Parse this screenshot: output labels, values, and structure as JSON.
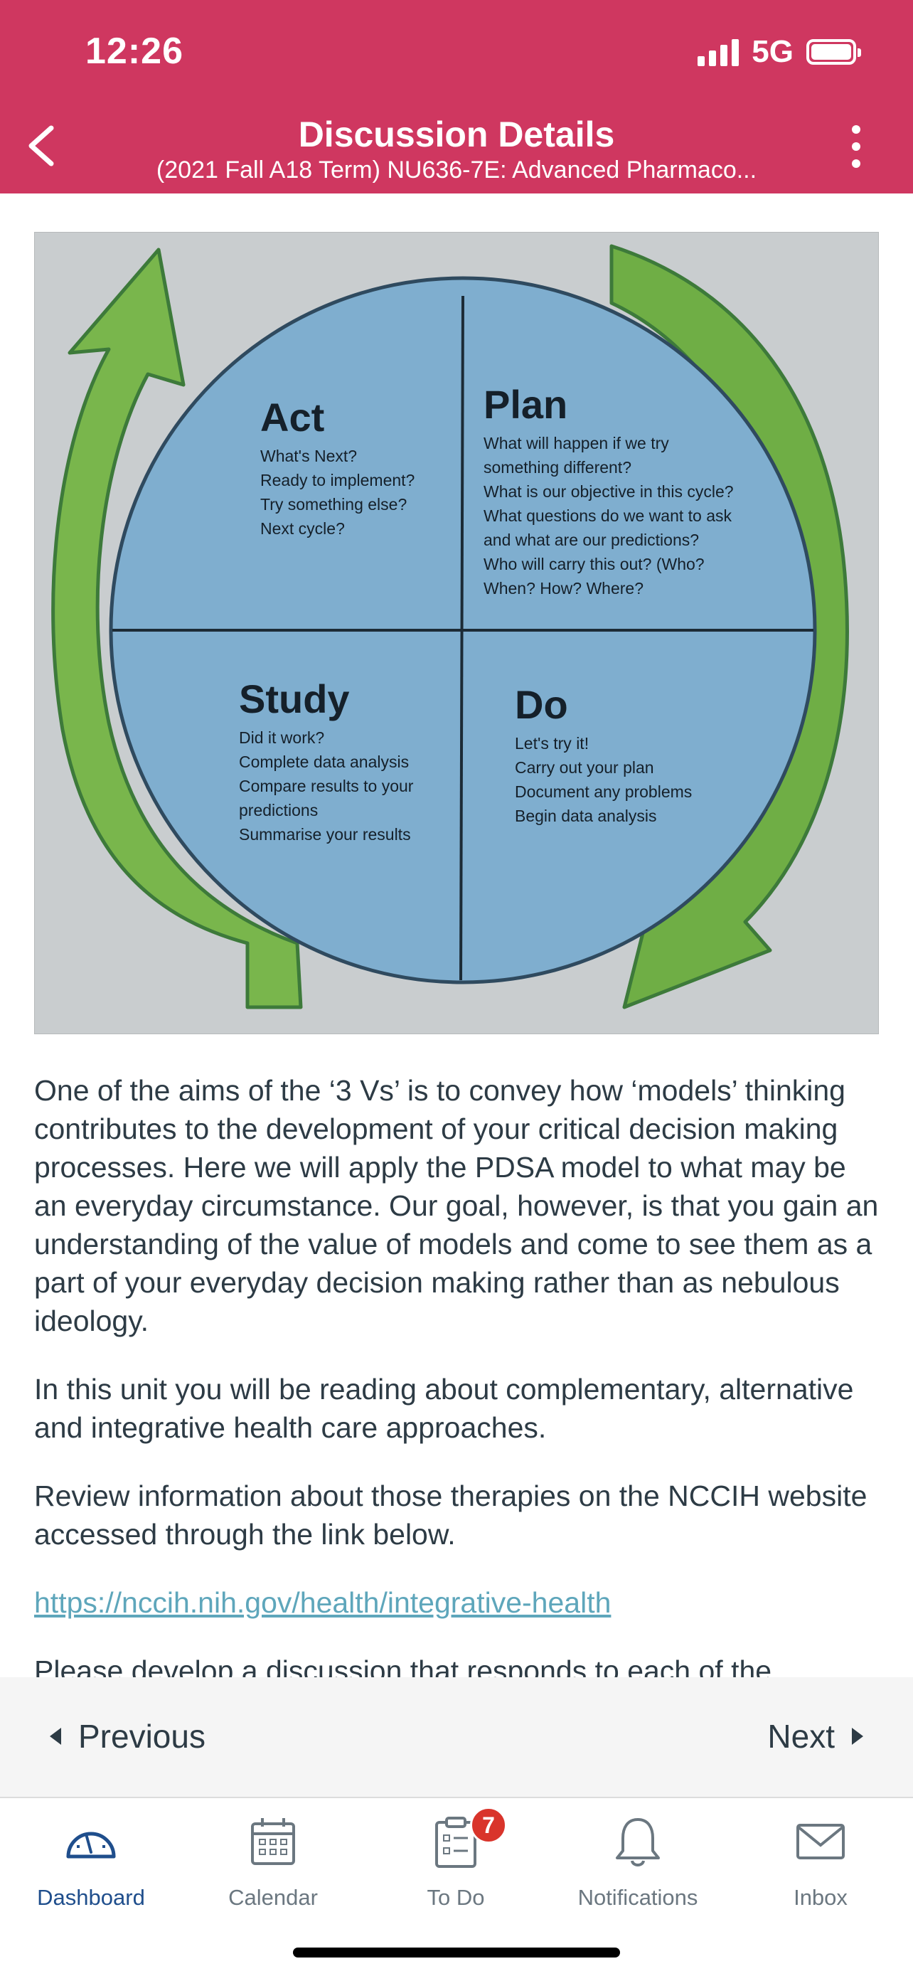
{
  "status": {
    "time": "12:26",
    "network": "5G"
  },
  "header": {
    "title": "Discussion Details",
    "subtitle": "(2021 Fall A18 Term)  NU636-7E: Advanced Pharmaco..."
  },
  "diagram": {
    "act": {
      "title": "Act",
      "lines": [
        "What's Next?",
        "Ready to implement?",
        "Try something else?",
        "Next cycle?"
      ]
    },
    "plan": {
      "title": "Plan",
      "lines": [
        "What will happen if we try",
        "something different?",
        "What is our objective in this cycle?",
        "What questions do we want to ask",
        "and what are our predictions?",
        "Who will carry this out? (Who?",
        "When? How? Where?"
      ]
    },
    "study": {
      "title": "Study",
      "lines": [
        "Did it work?",
        "Complete data analysis",
        "Compare results to your",
        "predictions",
        "Summarise your results"
      ]
    },
    "do": {
      "title": "Do",
      "lines": [
        "Let's try it!",
        "Carry out your plan",
        "Document any problems",
        "Begin data analysis"
      ]
    }
  },
  "body": {
    "p1": "One of the aims of the ‘3 Vs’ is to convey how ‘models’ thinking contributes to the development of your critical decision making processes.  Here we will apply the PDSA model to what may be an everyday circumstance.  Our goal, however, is that you gain an understanding of the value of models and come to see them as a part of your everyday decision making rather than as nebulous ideology.",
    "p2": "In this unit you will be reading about complementary, alternative and integrative health care approaches.",
    "p3": "Review information about those therapies on the NCCIH website accessed through the link below.",
    "link": "https://nccih.nih.gov/health/integrative-health",
    "p4": "Please develop a discussion that responds to each of the"
  },
  "pager": {
    "previous": "Previous",
    "next": "Next"
  },
  "tabs": [
    {
      "label": "Dashboard",
      "icon": "dashboard-icon"
    },
    {
      "label": "Calendar",
      "icon": "calendar-icon"
    },
    {
      "label": "To Do",
      "icon": "todo-icon",
      "badge": "7"
    },
    {
      "label": "Notifications",
      "icon": "bell-icon"
    },
    {
      "label": "Inbox",
      "icon": "envelope-icon"
    }
  ],
  "colors": {
    "header": "#cf3760",
    "link": "#5ea6bb",
    "badge": "#d9342b",
    "active_tab": "#1f4e8c"
  }
}
